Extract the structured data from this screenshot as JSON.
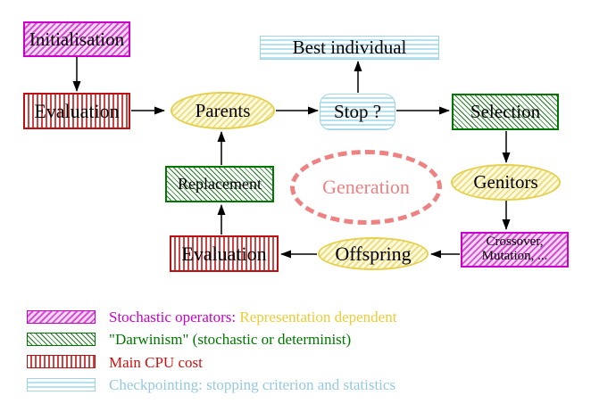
{
  "diagram": {
    "initialisation": {
      "label": "Initialisation"
    },
    "evaluation_top": {
      "label": "Evaluation"
    },
    "best_individual": {
      "label": "Best individual"
    },
    "parents": {
      "label": "Parents"
    },
    "stop": {
      "label": "Stop ?"
    },
    "selection": {
      "label": "Selection"
    },
    "replacement": {
      "label": "Replacement"
    },
    "generation": {
      "label": "Generation"
    },
    "genitors": {
      "label": "Genitors"
    },
    "evaluation_bottom": {
      "label": "Evaluation"
    },
    "offspring": {
      "label": "Offspring"
    },
    "crossover_mutation": {
      "line1": "Crossover,",
      "line2": "Mutation, ..."
    },
    "edges": [
      {
        "from": "initialisation",
        "to": "evaluation_top"
      },
      {
        "from": "evaluation_top",
        "to": "parents"
      },
      {
        "from": "parents",
        "to": "stop"
      },
      {
        "from": "stop",
        "to": "best_individual"
      },
      {
        "from": "stop",
        "to": "selection"
      },
      {
        "from": "selection",
        "to": "genitors"
      },
      {
        "from": "genitors",
        "to": "crossover_mutation"
      },
      {
        "from": "crossover_mutation",
        "to": "offspring"
      },
      {
        "from": "offspring",
        "to": "evaluation_bottom"
      },
      {
        "from": "evaluation_bottom",
        "to": "replacement"
      },
      {
        "from": "replacement",
        "to": "parents"
      }
    ]
  },
  "legend": {
    "stochastic": {
      "label": "Stochastic operators:",
      "extra": "Representation dependent"
    },
    "darwinism": {
      "label": "\"Darwinism\" (stochastic or determinist)"
    },
    "cpu": {
      "label": "Main CPU cost"
    },
    "checkpointing": {
      "label": "Checkpointing: stopping criterion and statistics"
    }
  },
  "colors": {
    "stochastic_border": "#cc00cc",
    "stochastic_stripe": "#d44fd4",
    "stochastic_bg": "#ffd9fb",
    "darwinism_border": "#007700",
    "darwinism_stripe": "#2a7a2a",
    "cpu_border": "#bb1111",
    "cpu_stripe": "#cc4444",
    "checkpoint_border": "#9fd4e4",
    "checkpoint_stripe": "#b5e2f0",
    "population_border": "#e6d04f",
    "population_stripe": "#eedd88",
    "population_bg": "#fffbdd",
    "generation_dash": "#ee8181",
    "legend_text_magenta": "#cc00cc",
    "legend_text_yellow": "#eecc33",
    "legend_text_green": "#007700",
    "legend_text_red": "#cc1111",
    "legend_text_blue": "#95c9e3",
    "arrow": "#000000"
  }
}
